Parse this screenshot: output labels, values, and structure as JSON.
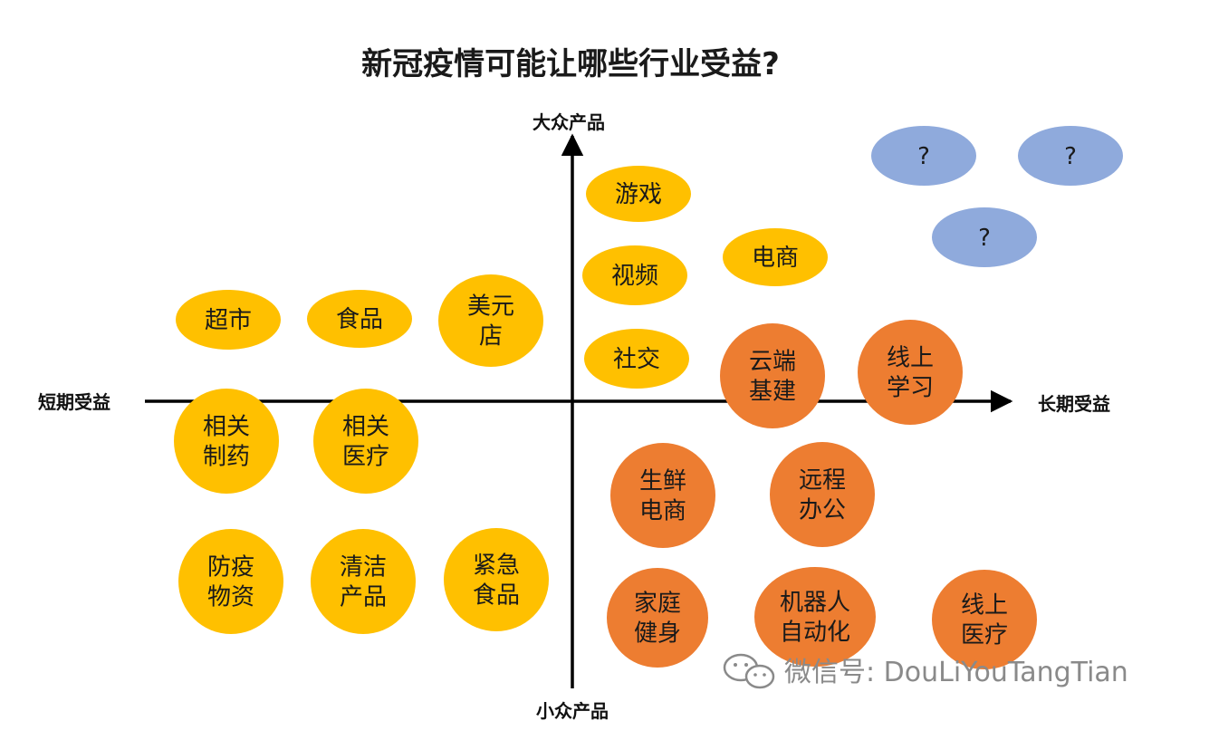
{
  "title": "新冠疫情可能让哪些行业受益?",
  "axes": {
    "top": "大众产品",
    "bottom": "小众产品",
    "left": "短期受益",
    "right": "长期受益"
  },
  "colors": {
    "yellow": "#FFC000",
    "orange": "#ED7D31",
    "blue": "#8FAADC",
    "axis": "#000000"
  },
  "bubbles": [
    {
      "id": "chaoshi",
      "lines": [
        "超市"
      ],
      "color": "yellow"
    },
    {
      "id": "shipin",
      "lines": [
        "食品"
      ],
      "color": "yellow"
    },
    {
      "id": "meiyuandian",
      "lines": [
        "美元",
        "店"
      ],
      "color": "yellow"
    },
    {
      "id": "youxi",
      "lines": [
        "游戏"
      ],
      "color": "yellow"
    },
    {
      "id": "shipin-video",
      "lines": [
        "视频"
      ],
      "color": "yellow"
    },
    {
      "id": "dianshang",
      "lines": [
        "电商"
      ],
      "color": "yellow"
    },
    {
      "id": "shejiao",
      "lines": [
        "社交"
      ],
      "color": "yellow"
    },
    {
      "id": "xiangguan-zhiyao",
      "lines": [
        "相关",
        "制药"
      ],
      "color": "yellow"
    },
    {
      "id": "xiangguan-yiliao",
      "lines": [
        "相关",
        "医疗"
      ],
      "color": "yellow"
    },
    {
      "id": "fangyi-wuzi",
      "lines": [
        "防疫",
        "物资"
      ],
      "color": "yellow"
    },
    {
      "id": "qingjie-chanpin",
      "lines": [
        "清洁",
        "产品"
      ],
      "color": "yellow"
    },
    {
      "id": "jinji-shipin",
      "lines": [
        "紧急",
        "食品"
      ],
      "color": "yellow"
    },
    {
      "id": "yunduan-jijian",
      "lines": [
        "云端",
        "基建"
      ],
      "color": "orange"
    },
    {
      "id": "xianshang-xuexi",
      "lines": [
        "线上",
        "学习"
      ],
      "color": "orange"
    },
    {
      "id": "shengxian-dianshang",
      "lines": [
        "生鲜",
        "电商"
      ],
      "color": "orange"
    },
    {
      "id": "yuancheng-bangong",
      "lines": [
        "远程",
        "办公"
      ],
      "color": "orange"
    },
    {
      "id": "jiating-jianshen",
      "lines": [
        "家庭",
        "健身"
      ],
      "color": "orange"
    },
    {
      "id": "jiqiren-zidonghua",
      "lines": [
        "机器人",
        "自动化"
      ],
      "color": "orange"
    },
    {
      "id": "xianshang-yiliao",
      "lines": [
        "线上",
        "医疗"
      ],
      "color": "orange"
    },
    {
      "id": "unknown-1",
      "lines": [
        "?"
      ],
      "color": "blue"
    },
    {
      "id": "unknown-2",
      "lines": [
        "?"
      ],
      "color": "blue"
    },
    {
      "id": "unknown-3",
      "lines": [
        "?"
      ],
      "color": "blue"
    }
  ],
  "watermark": {
    "icon": "wechat-icon",
    "text": "微信号: DouLiYouTangTian"
  }
}
